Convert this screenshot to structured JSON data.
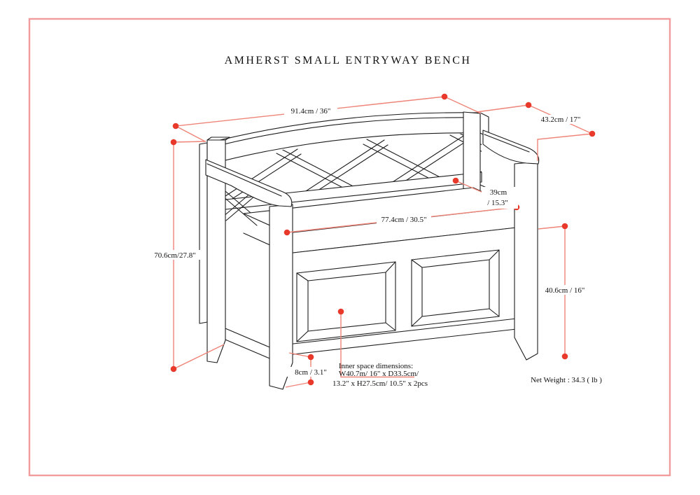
{
  "page": {
    "title": "AMHERST SMALL ENTRYWAY BENCH"
  },
  "dimensions": {
    "overall_width": "91.4cm / 36\"",
    "overall_depth": "43.2cm / 17\"",
    "overall_height": "70.6cm/27.8\"",
    "back_height_line1": "39cm",
    "back_height_line2": "/ 15.3\"",
    "seat_width": "77.4cm / 30.5\"",
    "seat_height": "40.6cm / 16\"",
    "floor_clearance": "8cm / 3.1\""
  },
  "inner_space": {
    "line1": "Inner space dimensions:",
    "line2": "W40.7m/ 16\" x D33.5cm/",
    "line3": "13.2\" x H27.5cm/ 10.5\" x 2pcs"
  },
  "net_weight": "Net Weight : 34.3 ( lb )",
  "colors": {
    "page_border": "#f29b9d",
    "dimension_line": "#ef8478",
    "dimension_dot": "#e8392b",
    "drawing_line": "#1c1c1c"
  }
}
